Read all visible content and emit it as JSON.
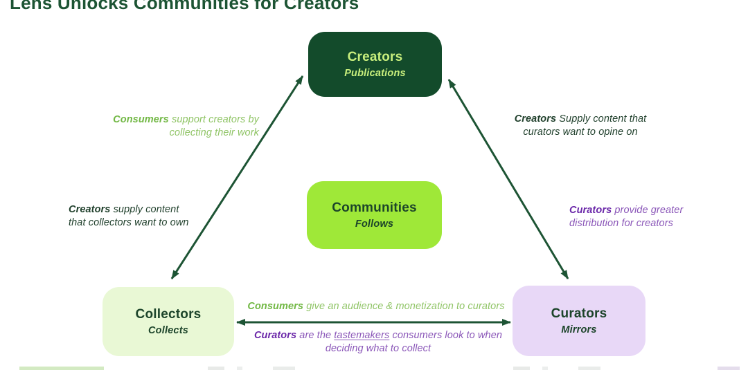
{
  "title": "Lens Unlocks Communities for Creators",
  "nodes": {
    "creators": {
      "label": "Creators",
      "sublabel": "Publications"
    },
    "communities": {
      "label": "Communities",
      "sublabel": "Follows"
    },
    "collectors": {
      "label": "Collectors",
      "sublabel": "Collects"
    },
    "curators": {
      "label": "Curators",
      "sublabel": "Mirrors"
    }
  },
  "edge_labels": {
    "consumers_support": {
      "lead": "Consumers",
      "line1_rest": " support creators by",
      "line2": "collecting their work"
    },
    "creators_supply_collectors": {
      "lead": "Creators",
      "line1_rest": " supply content",
      "line2": "that collectors want to own"
    },
    "creators_supply_curators": {
      "lead": "Creators",
      "line1_rest": " Supply content that",
      "line2": "curators want to opine on"
    },
    "curators_provide": {
      "lead": "Curators",
      "line1_rest": " provide greater",
      "line2": "distribution for creators"
    },
    "consumers_give": {
      "lead": "Consumers",
      "rest": " give an audience & monetization to curators"
    },
    "curators_tastemakers": {
      "lead": "Curators",
      "pre": " are the ",
      "underlined": "tastemakers",
      "post": " consumers look to when",
      "line2": "deciding what to collect"
    }
  },
  "colors": {
    "dark_green": "#1d5434",
    "box_dark": "#134b2b",
    "box_lime": "#9fe838",
    "box_pale_green": "#e9f8d5",
    "box_lavender": "#e8d8f7",
    "lime_text": "#c9ef7d",
    "node_dark_text": "#1c442a",
    "green_text": "#8fc465",
    "green_bold": "#72b845",
    "purple_text": "#8a56b8",
    "purple_bold": "#6b28a9",
    "dark_text": "#20402c",
    "arrow": "#1d5434"
  }
}
